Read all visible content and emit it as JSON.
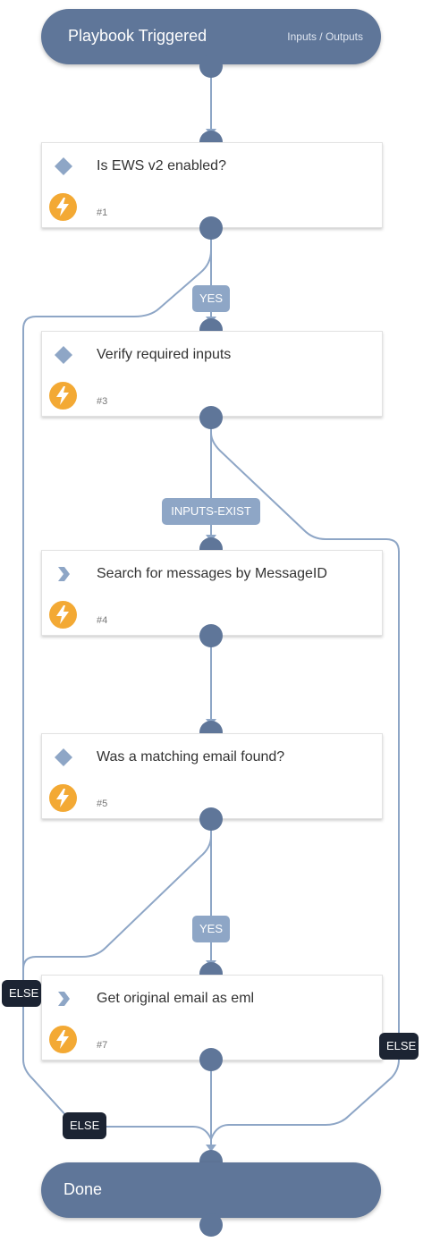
{
  "start": {
    "title": "Playbook Triggered",
    "io_link": "Inputs / Outputs"
  },
  "end": {
    "title": "Done"
  },
  "tasks": [
    {
      "label": "Is EWS v2 enabled?",
      "number": "#1",
      "kind": "condition"
    },
    {
      "label": "Verify required inputs",
      "number": "#3",
      "kind": "condition"
    },
    {
      "label": "Search for messages by MessageID",
      "number": "#4",
      "kind": "playbook"
    },
    {
      "label": "Was a matching email found?",
      "number": "#5",
      "kind": "condition"
    },
    {
      "label": "Get original email as eml",
      "number": "#7",
      "kind": "playbook"
    }
  ],
  "edge_labels": {
    "yes_1": "YES",
    "inputs_exist": "INPUTS-EXIST",
    "yes_2": "YES",
    "else_left": "ELSE",
    "else_right": "ELSE",
    "else_bottom": "ELSE"
  },
  "colors": {
    "node": "#5f7699",
    "edge": "#8ea6c6",
    "label": "#8ea6c6",
    "else_label": "#1c2433",
    "bolt": "#f3a934"
  }
}
